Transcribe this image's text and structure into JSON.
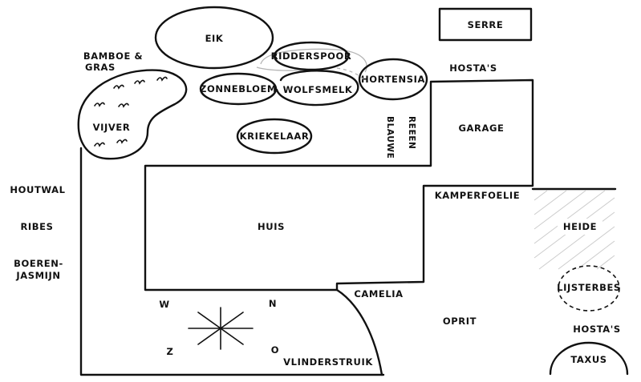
{
  "labels": {
    "serre": "SERRE",
    "eik": "EIK",
    "bamboe_gras_1": "BAMBOE &",
    "bamboe_gras_2": "GRAS",
    "ridderspoor": "RIDDERSPOOR",
    "hosta_top": "HOSTA'S",
    "hortensia": "HORTENSIA",
    "zonnebloem": "ZONNEBLOEM",
    "wolfsmelk": "WOLFSMELK",
    "vijver": "VIJVER",
    "kriekelaar": "KRIEKELAAR",
    "blauwe": "BLAUWE",
    "reeen": "REEEN",
    "garage": "GARAGE",
    "houtwal": "HOUTWAL",
    "kamperfoelie": "KAMPERFOELIE",
    "ribes": "RIBES",
    "huis": "HUIS",
    "heide": "HEIDE",
    "boeren_1": "BOEREN-",
    "boeren_2": "JASMIJN",
    "lijsterbes": "LIJSTERBES",
    "camelia": "CAMELIA",
    "oprit": "OPRIT",
    "hosta_bottom": "HOSTA'S",
    "vlinderstruik": "VLINDERSTRUIK",
    "taxus": "TAXUS"
  },
  "compass": {
    "w": "W",
    "n": "N",
    "z": "Z",
    "o": "O"
  }
}
